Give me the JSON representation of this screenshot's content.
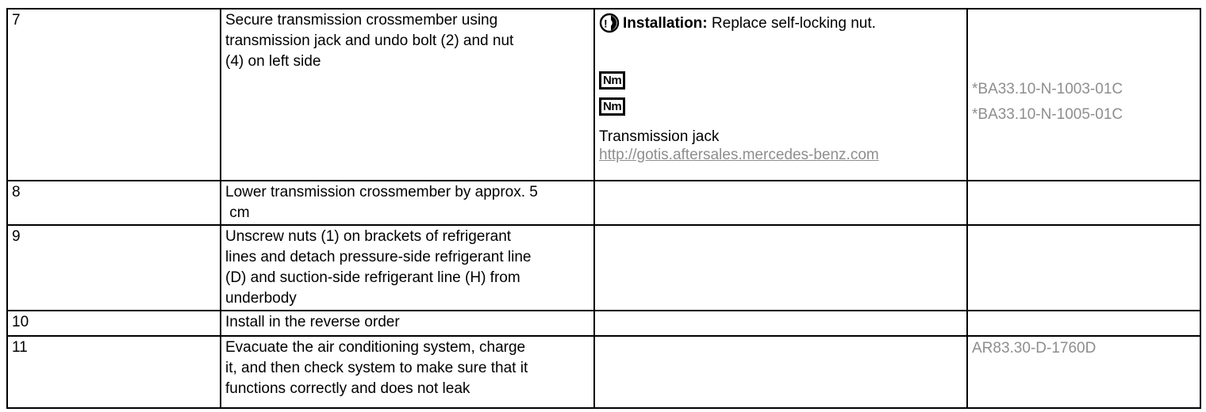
{
  "colors": {
    "border": "#000000",
    "link_gray": "#8e8e8e",
    "text": "#000000"
  },
  "table": {
    "rows": [
      {
        "step": "7",
        "instruction": "Secure transmission crossmember using\ntransmission jack and undo bolt (2) and nut\n(4) on left side",
        "note": {
          "icon": "installation-note-icon",
          "label": "Installation:",
          "text": "Replace self-locking nut.",
          "nm_icons": [
            "Nm",
            "Nm"
          ],
          "tool": "Transmission jack",
          "link": "http://gotis.aftersales.mercedes-benz.com"
        },
        "codes": [
          "*BA33.10-N-1003-01C",
          "*BA33.10-N-1005-01C"
        ]
      },
      {
        "step": "8",
        "instruction": "Lower transmission crossmember by approx. 5\n cm"
      },
      {
        "step": "9",
        "instruction": "Unscrew nuts (1) on brackets of refrigerant\nlines and detach pressure-side refrigerant line\n(D) and suction-side refrigerant line (H) from\nunderbody"
      },
      {
        "step": "10",
        "instruction": "Install in the reverse order"
      },
      {
        "step": "11",
        "instruction": "Evacuate the air conditioning system, charge\nit, and then check system to make sure that it\nfunctions correctly and does not leak",
        "codes": [
          "AR83.30-D-1760D"
        ]
      }
    ]
  }
}
